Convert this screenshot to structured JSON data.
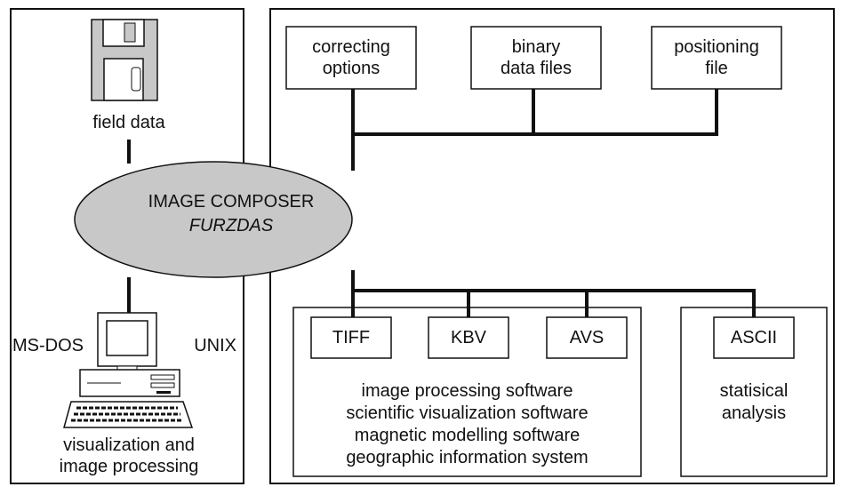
{
  "left_panel": {
    "storage_label": "field data",
    "os_left": "MS-DOS",
    "os_right": "UNIX",
    "workstation_label_line1": "visualization and",
    "workstation_label_line2": "image processing"
  },
  "composer": {
    "title": "IMAGE COMPOSER",
    "subtitle": "FURZDAS"
  },
  "inputs": [
    {
      "line1": "correcting",
      "line2": "options"
    },
    {
      "line1": "binary",
      "line2": "data files"
    },
    {
      "line1": "positioning",
      "line2": "file"
    }
  ],
  "outputs": {
    "formats": [
      "TIFF",
      "KBV",
      "AVS"
    ],
    "software": [
      "image processing software",
      "scientific visualization software",
      "magnetic modelling software",
      "geographic information system"
    ],
    "ascii": "ASCII",
    "stats_line1": "statisical",
    "stats_line2": "analysis"
  }
}
